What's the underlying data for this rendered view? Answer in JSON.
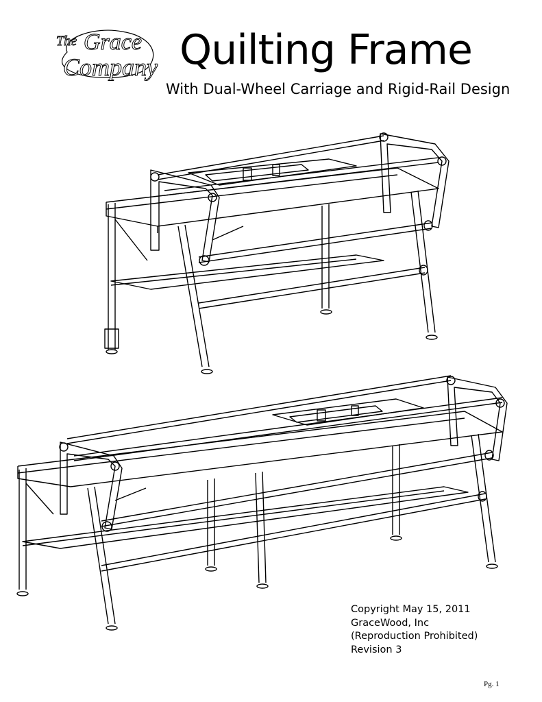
{
  "logo": {
    "line1": "The",
    "line2": "Grace",
    "line3": "Company"
  },
  "header": {
    "title": "Quilting Frame",
    "subtitle": "With Dual-Wheel Carriage and Rigid-Rail Design"
  },
  "figures": {
    "top_drawing": "frame-illustration-short",
    "bottom_drawing": "frame-illustration-long"
  },
  "copyright": {
    "line1": "Copyright May 15, 2011",
    "line2": "GraceWood, Inc",
    "line3": "(Reproduction Prohibited)",
    "line4": "Revision 3"
  },
  "footer": {
    "page": "Pg. 1"
  }
}
